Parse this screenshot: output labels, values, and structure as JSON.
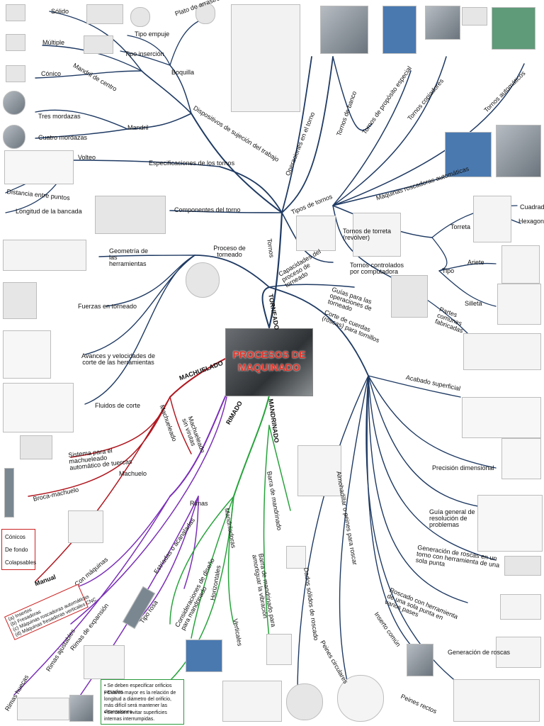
{
  "title": [
    "PROCESOS DE",
    "MAQUINADO"
  ],
  "branches": {
    "tornos": "Tornos",
    "torneado": "TORNEADO",
    "mandrinado": "MANDRINADO",
    "machuelado": "MACHUELADO",
    "rimado": "RIMADO",
    "manual": "Manual",
    "con_maquinas": "Con máquinas"
  },
  "labels": {
    "solido": "Sólido",
    "multiple": "Múltiple",
    "conico": "Cónico",
    "mandril_centro": "Mandril de centro",
    "tres_mordazas": "Tres mordazas",
    "cuatro_mordazas": "Cuatro mordazas",
    "mandril": "Mandril",
    "tipo_empuje": "Tipo empuje",
    "plato_arrastre": "Plato de arrastre",
    "tipo_insercion": "Tipo inserción",
    "boquilla": "Boquilla",
    "dispositivos": "Dispositivos de sujeción del trabajo",
    "operaciones": "Operaciones en el torno",
    "tornos_banco": "Tornos de banco",
    "tornos_especial": "Tornos de propósito especial",
    "tornos_copiadores": "Tornos copiadores",
    "tornos_automaticos": "Tornos automáticos",
    "maquinas_roscadoras": "Máquinas roscadoras automáticas",
    "tipos_tornos": "Tipos de tornos",
    "tornos_torreta": "Tornos de torreta (revólver)",
    "torreta": "Torreta",
    "cuadrada": "Cuadrada",
    "hexagonal": "Hexagonal",
    "tipo": "Tipo",
    "ariete": "Ariete",
    "silleta": "Silleta",
    "tornos_controlados": "Tornos controlados por computadora",
    "partes_comunes": "Partes comunes fabricadas",
    "capacidades": "Capacidades del proceso de torneado",
    "guias": "Guías para las operaciones de torneado",
    "corte_cuerdas": "Corte de cuerdas (roscas) para tornillos",
    "acabado": "Acabado superficial",
    "precision": "Precisión dimensional",
    "guia_general": "Guía general de resolución de problemas",
    "generacion_roscas_torno": "Generación de roscas en un torno con herramienta de una sola punta",
    "roscado_herramienta": "Roscado con herramienta de una sola punta en varios pases",
    "inserto_comun": "Inserto común",
    "generacion_roscas": "Generación de roscas",
    "peines_rectos": "Peines rectos",
    "peines_circulares": "Peines circulares",
    "dados_solidos": "Dados sólidos de roscado",
    "almohadillas": "Almohadillar o peines para roscar",
    "volteo": "Volteo",
    "especificaciones": "Especificaciones de los tornos",
    "distancia": "Distancia entre puntos",
    "longitud": "Longitud de la bancada",
    "componentes": "Componentes del torno",
    "proceso_torneado": "Proceso de torneado",
    "geometria": "Geometría de las herramientas",
    "fuerzas": "Fuerzas en torneado",
    "avances": "Avances y velocidades de corte de las herramientas",
    "fluidos": "Fluidos de corte",
    "machueleado": "Machueleado",
    "machueleado_virutas": "Machueleado sin virutas",
    "sistema_machueleado": "Sistema para el machueleado automático de tuercas",
    "machuelo": "Machuelo",
    "broca_machuelo": "Broca-machuelo",
    "rimas": "Rimas",
    "estriadas": "Estriadas o acanaladas",
    "tipo_rosa": "Tipo rosa",
    "rimas_ajustables": "Rimas ajustables",
    "rimas_expansion": "Rimas de expansión",
    "rimas_huecas": "Rimas huecas",
    "barra_mandrinado": "Barra de mandrinado",
    "barra_vibracion": "Barra de mandrinado para amortiguar la vibración",
    "mandriladoras": "Mandriladoras",
    "horizontales": "Horizontales",
    "verticales": "Verticales",
    "consideraciones": "Consideraciones de diseño para mandrinado"
  },
  "machuelo_types": [
    "Cónicos",
    "De fondo",
    "Colapsables"
  ],
  "con_maquinas_list": [
    "(a) Insertos",
    "(b) Fresadoras",
    "(c) Máquinas roscadoras automáticas",
    "(d) Máquinas fresadoras verticales CNC"
  ],
  "design_bullets": [
    "Se deben especificar orificios pasados.",
    "Cuanto mayor es la relación de longitud a diámetro del orificio, más difícil será mantener las dimensiones.",
    "Se deben evitar superficies internas interrumpidas."
  ],
  "colors": {
    "tornos_line": "#1f3a63",
    "machuelado_line": "#b0171f",
    "rimado_line": "#7a2fb8",
    "mandrinado_line": "#27a33b",
    "title_text": "#e3362b"
  }
}
